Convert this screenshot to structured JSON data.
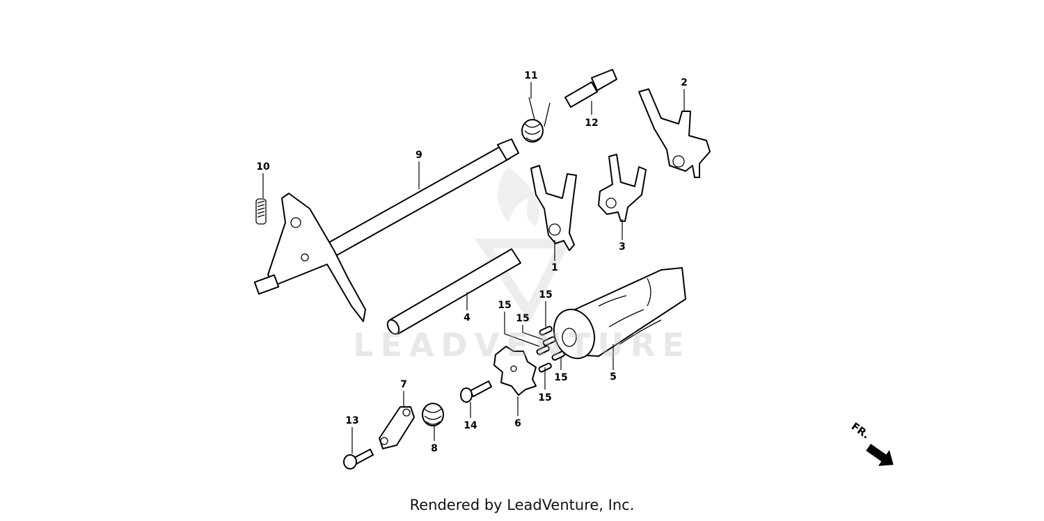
{
  "diagram": {
    "watermark": "LEADVENTURE",
    "labels": {
      "p1": "1",
      "p2": "2",
      "p3": "3",
      "p4": "4",
      "p5": "5",
      "p6": "6",
      "p7": "7",
      "p8": "8",
      "p9": "9",
      "p10": "10",
      "p11": "11",
      "p12": "12",
      "p13": "13",
      "p14": "14",
      "p15": "15"
    },
    "direction_marker": "FR.",
    "icons": {
      "direction": "arrow-down-right-icon"
    }
  },
  "footer": {
    "text": "Rendered by LeadVenture, Inc."
  }
}
